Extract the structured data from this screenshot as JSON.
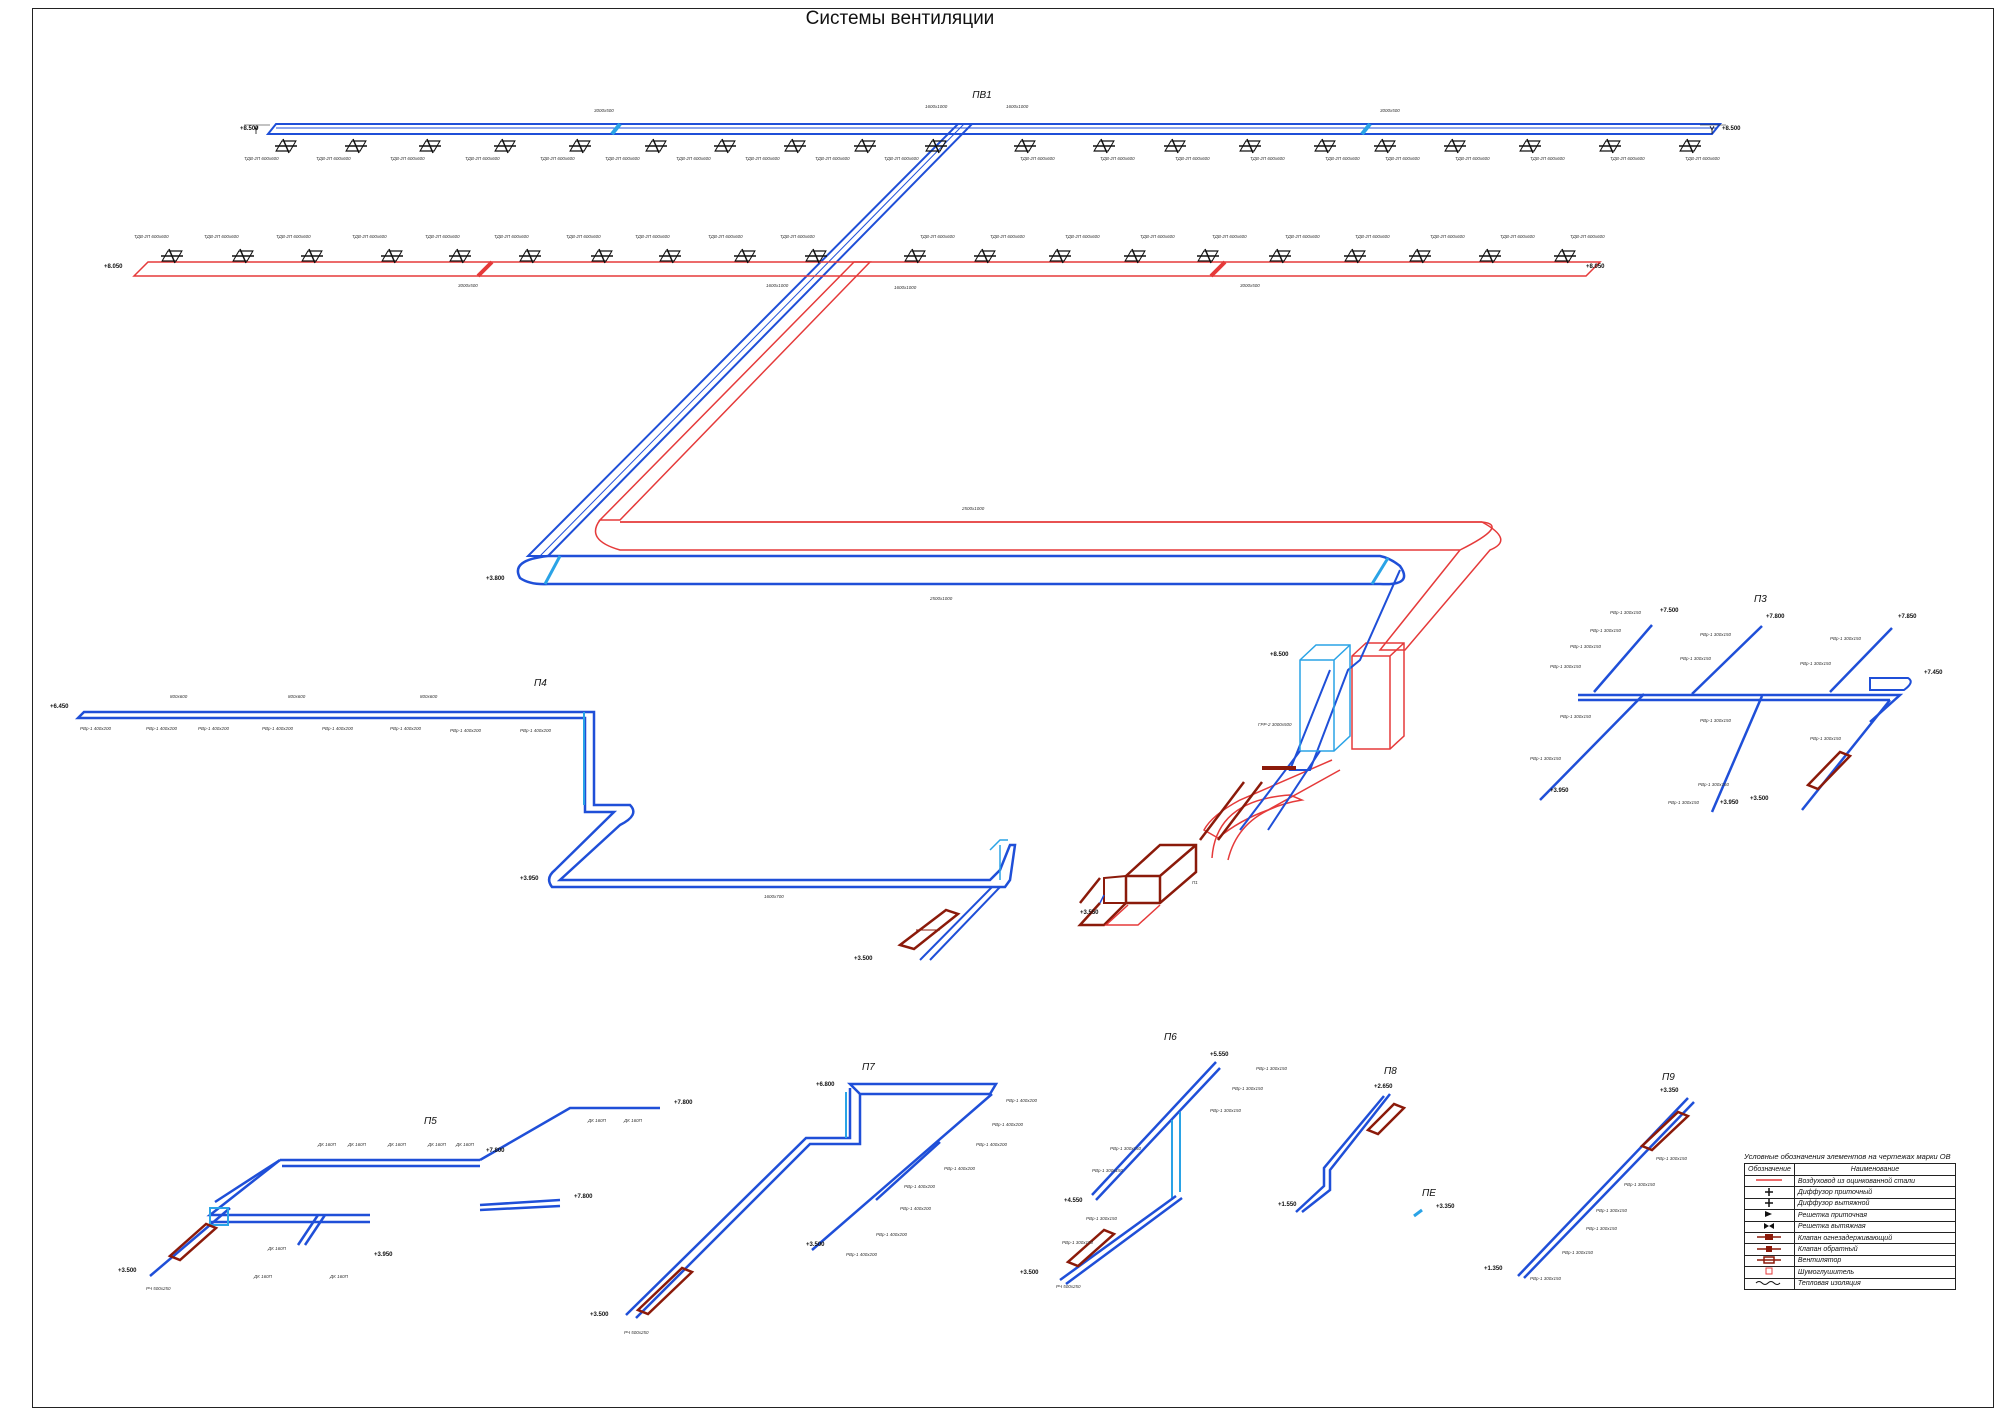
{
  "title": "Системы вентиляции",
  "colors": {
    "supply": "#1f4fd8",
    "supply_light": "#2aa3e6",
    "exhaust": "#e53a3a",
    "equipment": "#8b1a0a",
    "line": "#222222"
  },
  "systems": {
    "pv1": "ПВ1",
    "p3": "П3",
    "p4": "П4",
    "p5": "П5",
    "p6": "П6",
    "p7": "П7",
    "p8": "П8",
    "p9": "П9",
    "pe": "ПЕ"
  },
  "levels": {
    "pv1_left": "+8.500",
    "pv1_right": "+8.500",
    "exh_left": "+8.050",
    "exh_right": "+8.050",
    "main_bend": "+3.800",
    "unit": "+8.500",
    "unit_bottom": "+3.550",
    "p4_left": "+6.450",
    "p4_bend": "+3.950",
    "p4_unit": "+3.500",
    "p3_top1": "+7.500",
    "p3_top2": "+7.800",
    "p3_top3": "+7.850",
    "p3_right": "+7.450",
    "p3_b1": "+3.950",
    "p3_b2": "+3.950",
    "p3_b3": "+3.500",
    "p5_unit": "+3.500",
    "p5_r1": "+7.800",
    "p5_r2": "+7.800",
    "p5_r3": "+7.800",
    "p5_r4": "+3.950",
    "p7_top": "+6.800",
    "p7_left": "+3.500",
    "p7_unit": "+3.500",
    "p6_top": "+5.550",
    "p6_mid": "+4.550",
    "p6_unit": "+3.500",
    "p8_top": "+2.650",
    "p8_bot": "+1.550",
    "pe": "+3.350",
    "p9_top": "+3.350",
    "p9_bot": "+1.350"
  },
  "labels": {
    "pv1_diff": "ТДВ-2П 600х600",
    "exh_diff": "ТДВ-2П 600х600",
    "duct_a": "3000х500",
    "duct_b": "1600х1000",
    "duct_c": "2500х1000",
    "duct_d": "800х600",
    "duct_e": "1600х700",
    "grille": "РВр-1 400х200",
    "grille_b": "РВр-1 300х150",
    "fan": "П1",
    "damper": "ГРР-2 3000х500",
    "diffuser_dk": "ДК 160П",
    "rr": "РЧ 500х250"
  },
  "legend": {
    "caption": "Условные обозначения элементов на чертежах марки ОВ",
    "header_symbol": "Обозначение",
    "header_name": "Наименование",
    "rows": [
      {
        "symbol": "red-line",
        "name": "Воздуховод из оцинкованной стали"
      },
      {
        "symbol": "cross-icon",
        "name": "Диффузор приточный"
      },
      {
        "symbol": "cross-icon",
        "name": "Диффузор вытяжной"
      },
      {
        "symbol": "arrow-right-icon",
        "name": "Решетка приточная"
      },
      {
        "symbol": "bowtie-icon",
        "name": "Решетка вытяжная"
      },
      {
        "symbol": "damper-icon",
        "name": "Клапан огнезадерживающий"
      },
      {
        "symbol": "check-valve-icon",
        "name": "Клапан обратный"
      },
      {
        "symbol": "fan-icon",
        "name": "Вентилятор"
      },
      {
        "symbol": "silencer-icon",
        "name": "Шумоглушитель"
      },
      {
        "symbol": "wave-icon",
        "name": "Тепловая изоляция"
      }
    ]
  }
}
